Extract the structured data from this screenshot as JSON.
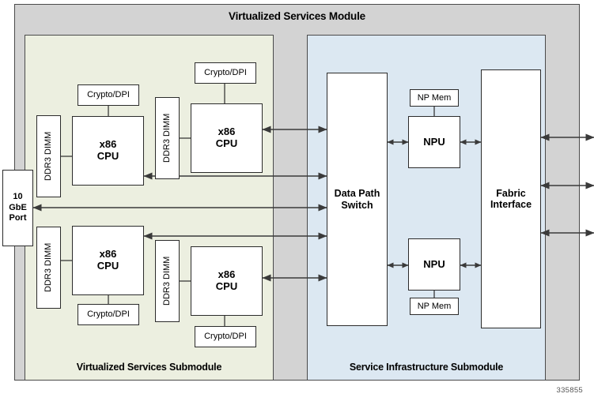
{
  "figure": {
    "id_number": "335855"
  },
  "module": {
    "title": "Virtualized Services Module",
    "frame_color": "#d3d3d3"
  },
  "submodules": [
    {
      "key": "virtualized_services",
      "title": "Virtualized Services Submodule",
      "color": "#ecefe0"
    },
    {
      "key": "service_infrastructure",
      "title": "Service Infrastructure Submodule",
      "color": "#dce8f2"
    }
  ],
  "port": {
    "line1": "10",
    "line2": "GbE",
    "line3": "Port"
  },
  "left_blocks": {
    "cpu_tl": "x86\nCPU",
    "cpu_tl_line1": "x86",
    "cpu_tl_line2": "CPU",
    "crypto_tl": "Crypto/DPI",
    "dimm_tl": "DDR3 DIMM",
    "cpu_tr_line1": "x86",
    "cpu_tr_line2": "CPU",
    "crypto_tr": "Crypto/DPI",
    "dimm_tr": "DDR3 DIMM",
    "cpu_bl_line1": "x86",
    "cpu_bl_line2": "CPU",
    "crypto_bl": "Crypto/DPI",
    "dimm_bl": "DDR3 DIMM",
    "cpu_br_line1": "x86",
    "cpu_br_line2": "CPU",
    "crypto_br": "Crypto/DPI",
    "dimm_br": "DDR3 DIMM"
  },
  "right_blocks": {
    "data_path_switch_line1": "Data Path",
    "data_path_switch_line2": "Switch",
    "npu_top": "NPU",
    "np_mem_top": "NP Mem",
    "npu_bottom": "NPU",
    "np_mem_bottom": "NP Mem",
    "fabric_line1": "Fabric",
    "fabric_line2": "Interface"
  },
  "colors": {
    "module_gray": "#d3d3d3",
    "left_submodule": "#ecefe0",
    "right_submodule": "#dce8f2",
    "box_fill": "#ffffff",
    "stroke": "#2b2b2b",
    "arrow": "#3a3a3a"
  }
}
